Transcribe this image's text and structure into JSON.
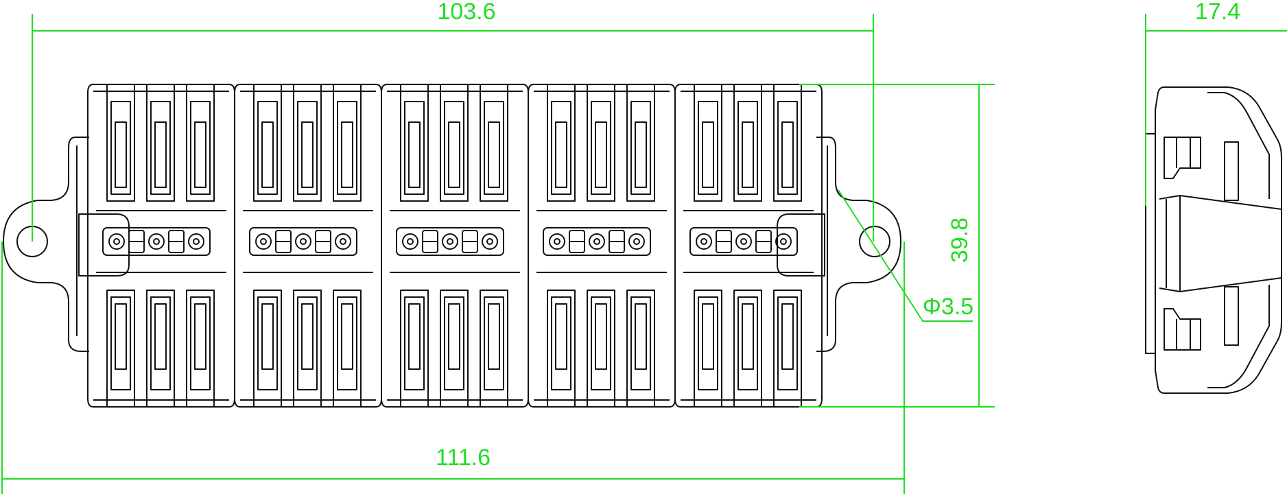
{
  "colors": {
    "outline": "#111111",
    "dimension": "#22dd22",
    "background": "#ffffff"
  },
  "dimensions": {
    "top_width": "103.6",
    "overall_width": "111.6",
    "height": "39.8",
    "hole_diameter": "Φ3.5",
    "side_depth": "17.4"
  },
  "module_count": 5
}
